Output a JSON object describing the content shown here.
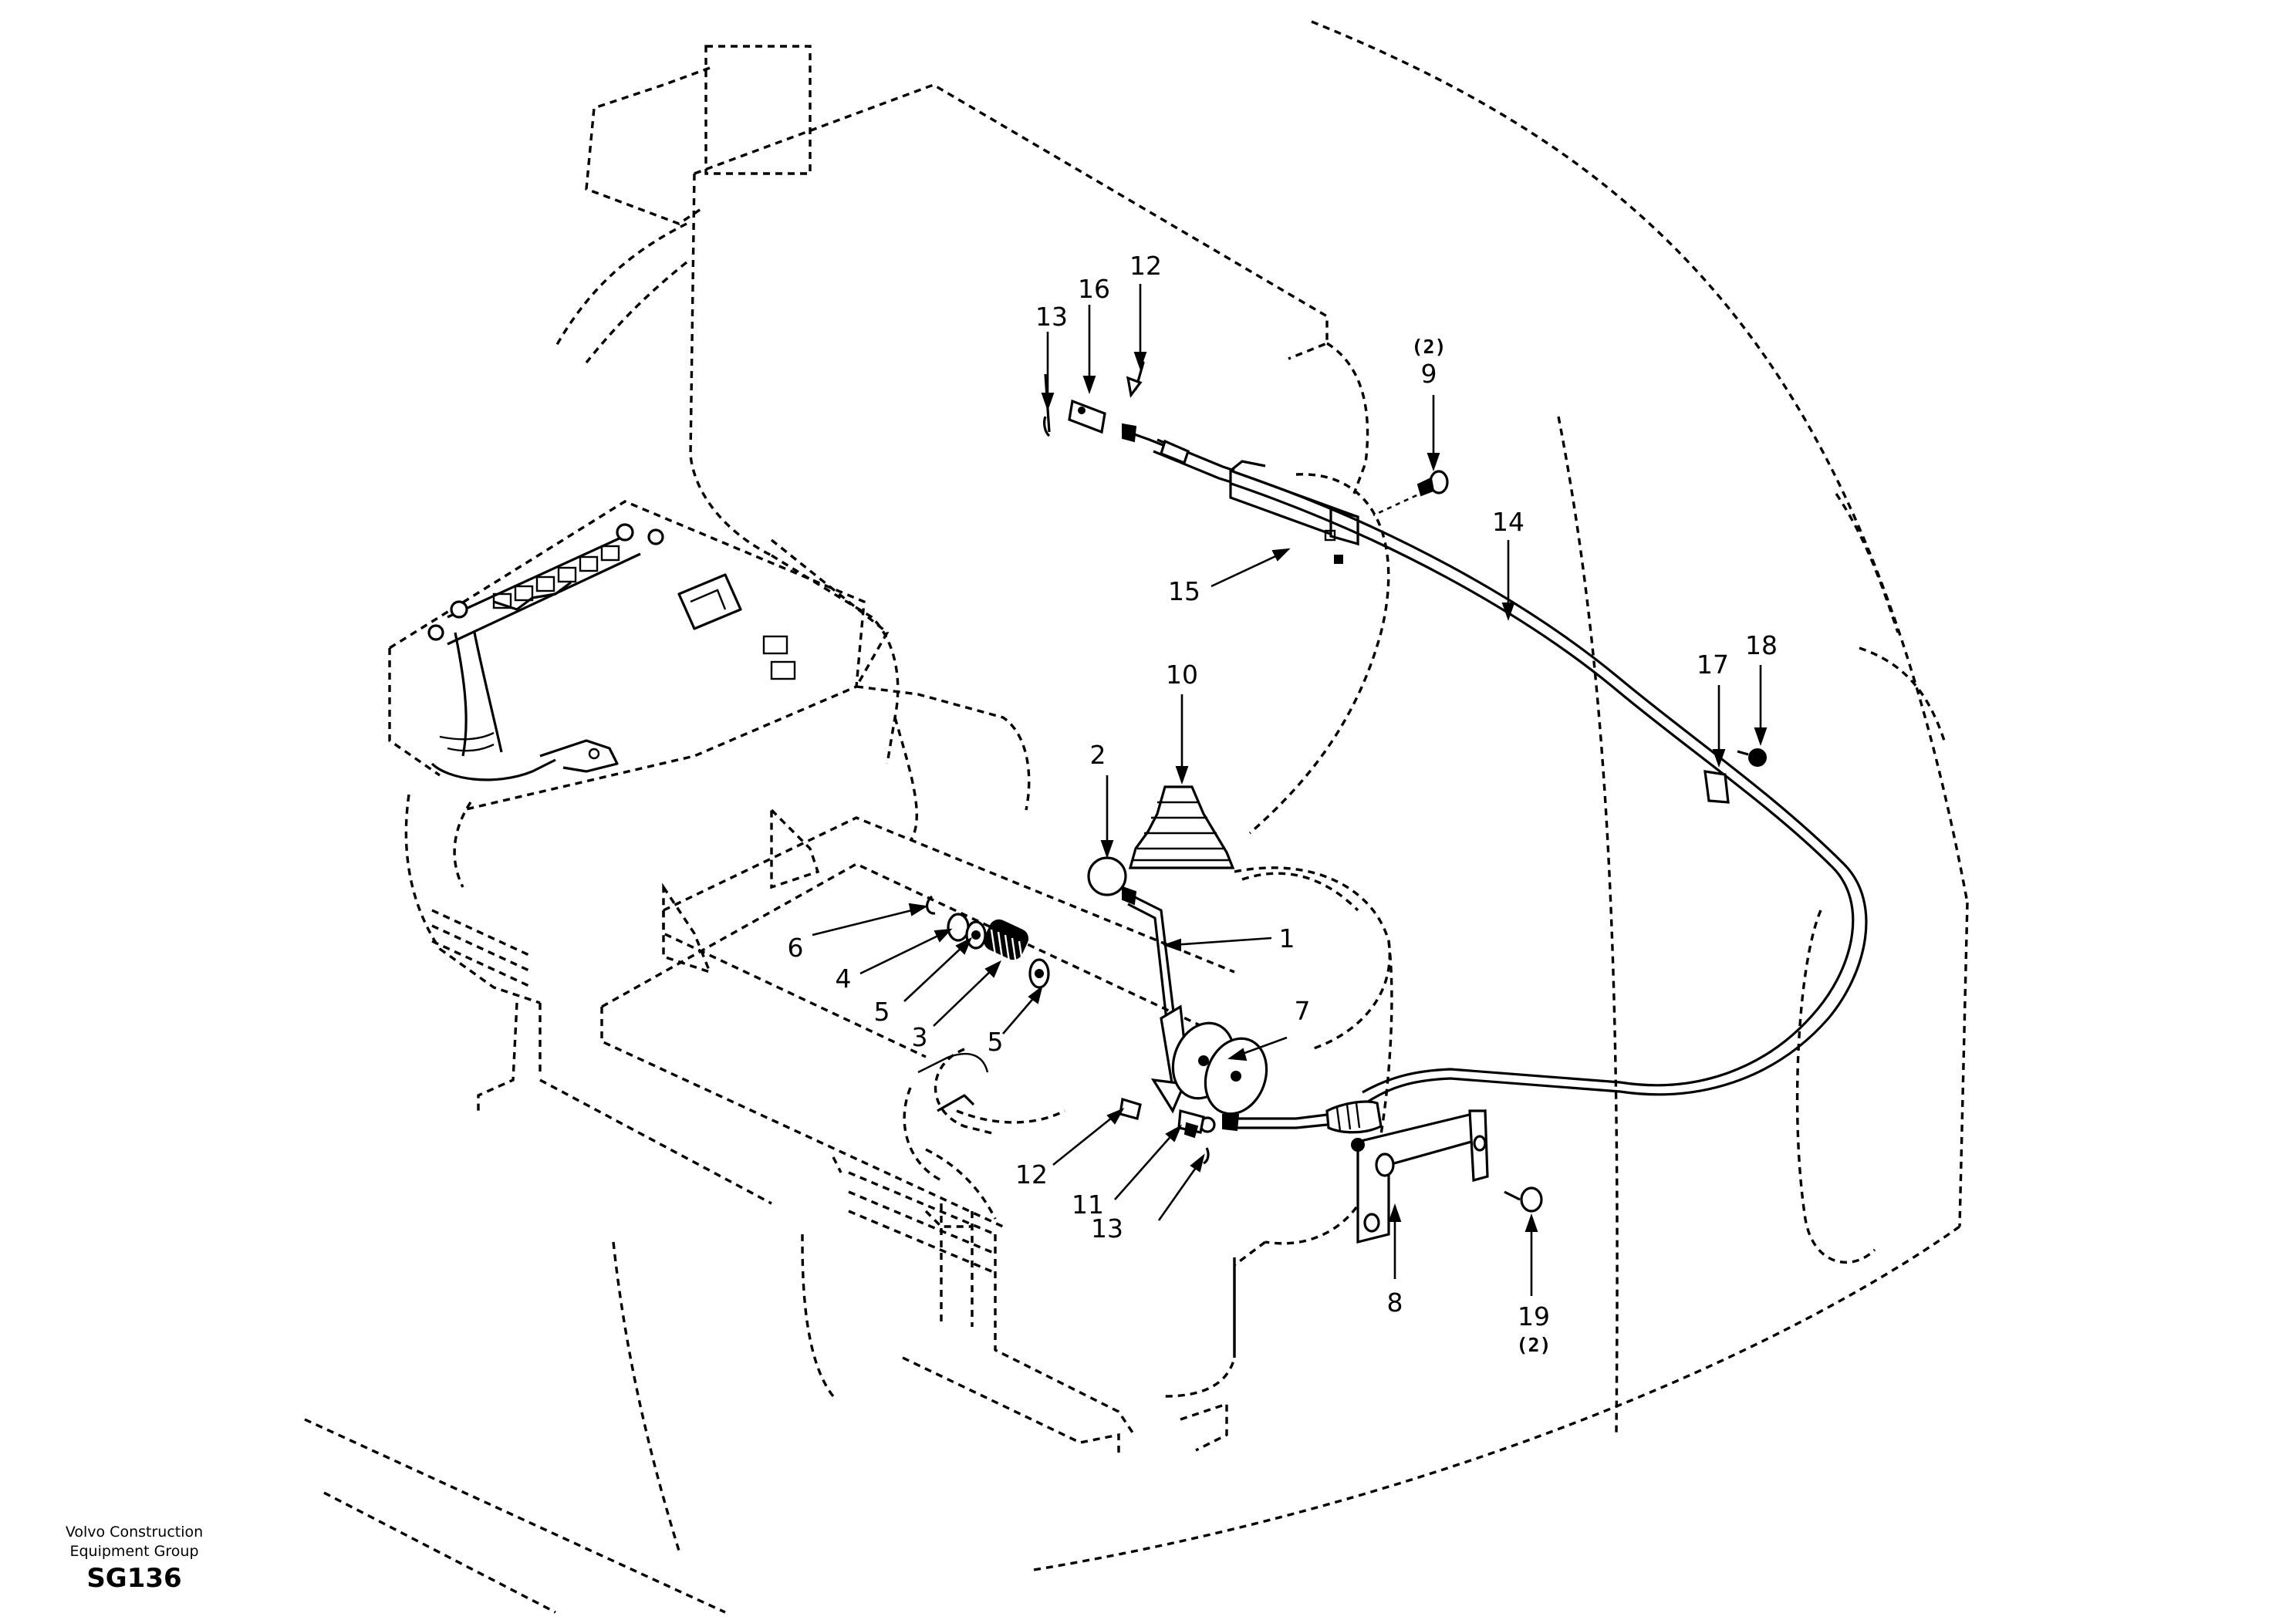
{
  "footer": {
    "company_line1": "Volvo Construction",
    "company_line2": "Equipment Group",
    "code": "SG136"
  },
  "callouts": {
    "c1": "1",
    "c2": "2",
    "c3": "3",
    "c4": "4",
    "c5a": "5",
    "c5b": "5",
    "c6": "6",
    "c7": "7",
    "c8": "8",
    "c9": "9",
    "c9_qty": "(2)",
    "c10": "10",
    "c11": "11",
    "c12a": "12",
    "c12b": "12",
    "c13a": "13",
    "c13b": "13",
    "c14": "14",
    "c15": "15",
    "c16": "16",
    "c17": "17",
    "c18": "18",
    "c19": "19",
    "c19_qty": "(2)"
  }
}
